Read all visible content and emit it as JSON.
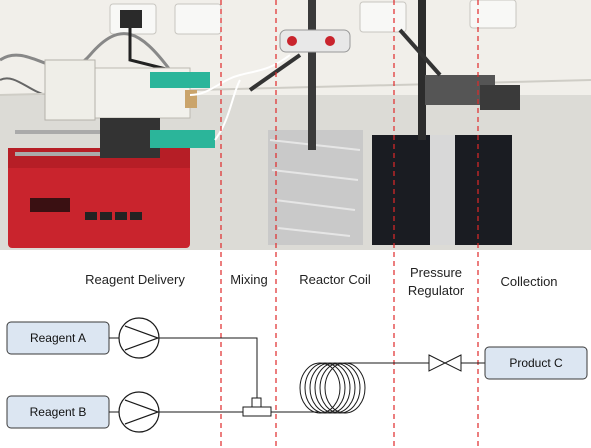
{
  "stages": [
    "Reagent Delivery",
    "Mixing",
    "Reactor Coil",
    "Pressure",
    "Regulator",
    "Collection"
  ],
  "reagents": [
    "Reagent A",
    "Reagent B"
  ],
  "product": "Product C",
  "colors": {
    "divider": "#e0282a",
    "box_fill": "#dce6f2",
    "box_stroke": "#3a3a3a",
    "line": "#1a1a1a",
    "pump_red": "#c9242d",
    "bench": "#dcdcd8",
    "wall": "#e9e7e2"
  },
  "icons": {
    "pump": "pump-triangle-icon",
    "mixer": "t-mixer-icon",
    "coil": "reactor-coil-icon",
    "valve": "bowtie-valve-icon"
  }
}
